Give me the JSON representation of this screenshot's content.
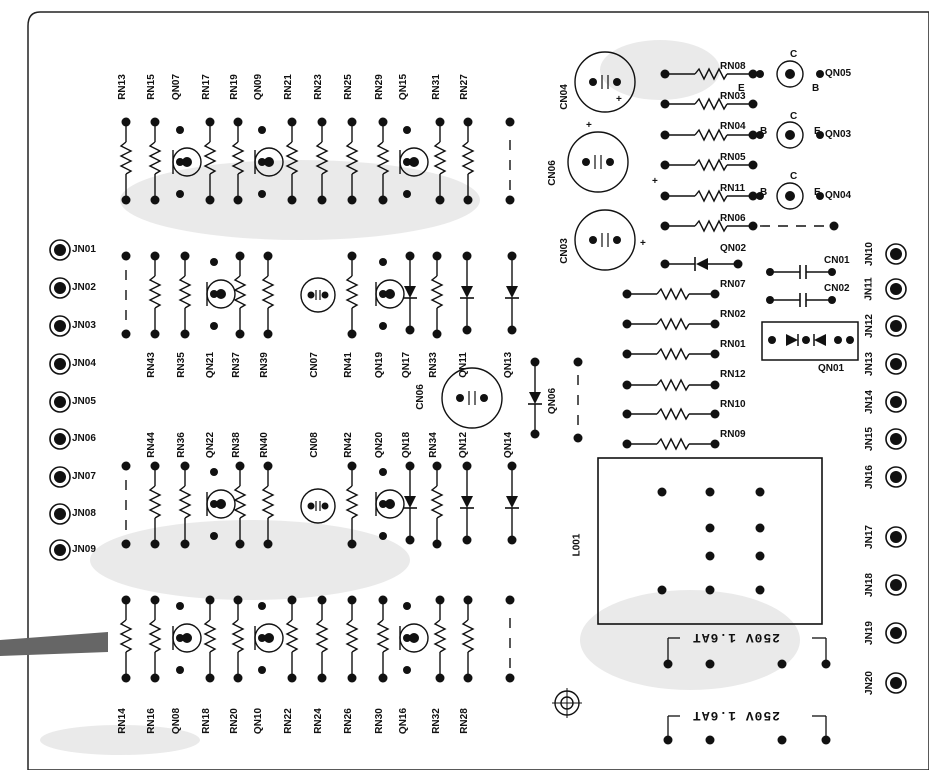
{
  "board": {
    "edge_connectors": {
      "left": [
        "JN01",
        "JN02",
        "JN03",
        "JN04",
        "JN05",
        "JN06",
        "JN07",
        "JN08",
        "JN09"
      ],
      "right": [
        "JN10",
        "JN11",
        "JN12",
        "JN13",
        "JN14",
        "JN15",
        "JN16",
        "JN17",
        "JN18",
        "JN19",
        "JN20"
      ]
    },
    "top_row_labels": [
      "RN13",
      "RN15",
      "QN07",
      "RN17",
      "RN19",
      "QN09",
      "RN21",
      "RN23",
      "RN25",
      "RN29",
      "QN15",
      "RN31",
      "RN27"
    ],
    "bottom_row_labels": [
      "RN14",
      "RN16",
      "QN08",
      "RN18",
      "RN20",
      "QN10",
      "RN22",
      "RN24",
      "RN26",
      "RN30",
      "QN16",
      "RN32",
      "RN28"
    ],
    "mid_upper_labels": [
      "RN43",
      "RN35",
      "QN21",
      "RN37",
      "RN39",
      "CN07",
      "RN41",
      "QN19",
      "QN17",
      "RN33",
      "QN11",
      "QN13"
    ],
    "mid_lower_labels": [
      "RN44",
      "RN36",
      "QN22",
      "RN38",
      "RN40",
      "CN08",
      "RN42",
      "QN20",
      "QN18",
      "RN34",
      "QN12",
      "QN14"
    ],
    "center_labels": [
      "CN06",
      "QN06"
    ],
    "right_caps": [
      "CN04",
      "CN06",
      "CN03"
    ],
    "right_resistors": [
      "RN08",
      "RN03",
      "RN04",
      "RN05",
      "RN11",
      "RN06",
      "RN07",
      "RN02",
      "RN01",
      "RN12",
      "RN10",
      "RN09"
    ],
    "right_transistors": [
      "QN05",
      "QN03",
      "QN04"
    ],
    "right_other": [
      "QN02",
      "CN01",
      "CN02",
      "QN01"
    ],
    "transformer": "L001",
    "fuses": [
      "250V 1.6AT",
      "250V 1.6AT"
    ],
    "pin_letters": [
      "C",
      "E",
      "B"
    ]
  }
}
